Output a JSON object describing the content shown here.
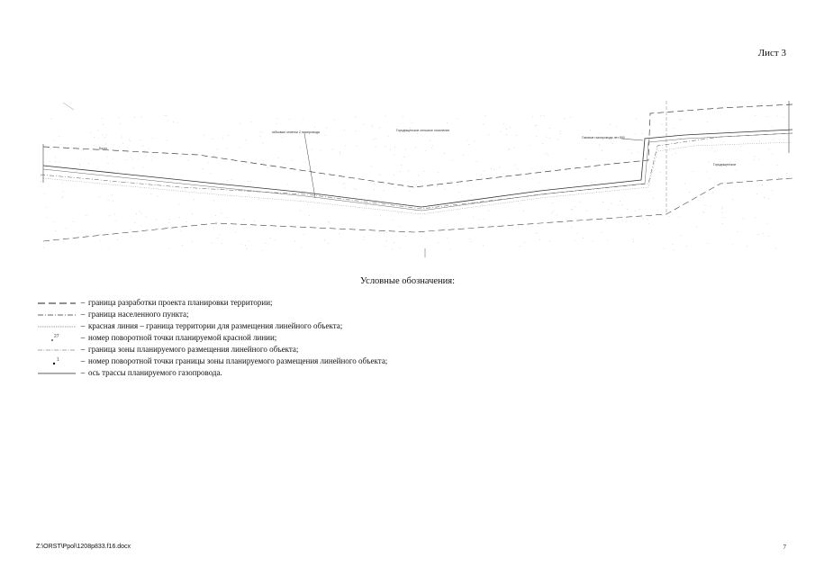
{
  "header": {
    "sheet_label": "Лист 3"
  },
  "plan": {
    "label_main": "Городищенское сельское поселение",
    "label_left": "Богат",
    "label_mid": "гибковые отметки 2 газопровода",
    "label_right_top": "Газовые газопровода лет 800",
    "label_right": "Городищенское",
    "line_color": "#555555"
  },
  "legend": {
    "title": "Условные обозначения:",
    "items": [
      {
        "symbol": "dash-long",
        "dash": "–",
        "text": "граница разработки проекта планировки территории;"
      },
      {
        "symbol": "dash-dot",
        "dash": "–",
        "text": "граница населенного пункта;"
      },
      {
        "symbol": "thin-dotted",
        "dash": "–",
        "text": "красная линия – граница территории для размещения линейного объекта;"
      },
      {
        "symbol": "point-label",
        "marker": "27",
        "dash": "–",
        "text": "номер поворотной точки планируемой красной линии;"
      },
      {
        "symbol": "dash-dot-thin",
        "dash": "–",
        "text": "граница зоны планируемого размещения линейного объекта;"
      },
      {
        "symbol": "point-dot",
        "marker": "1",
        "dash": "–",
        "text": "номер поворотной точки границы зоны планируемого размещения линейного объекта;"
      },
      {
        "symbol": "axis-line",
        "dash": "–",
        "text": "ось трассы планируемого газопровода."
      }
    ]
  },
  "footer": {
    "file_path": "Z:\\ORST\\Ppol\\1208p833.f16.docx",
    "page_number": "7"
  }
}
